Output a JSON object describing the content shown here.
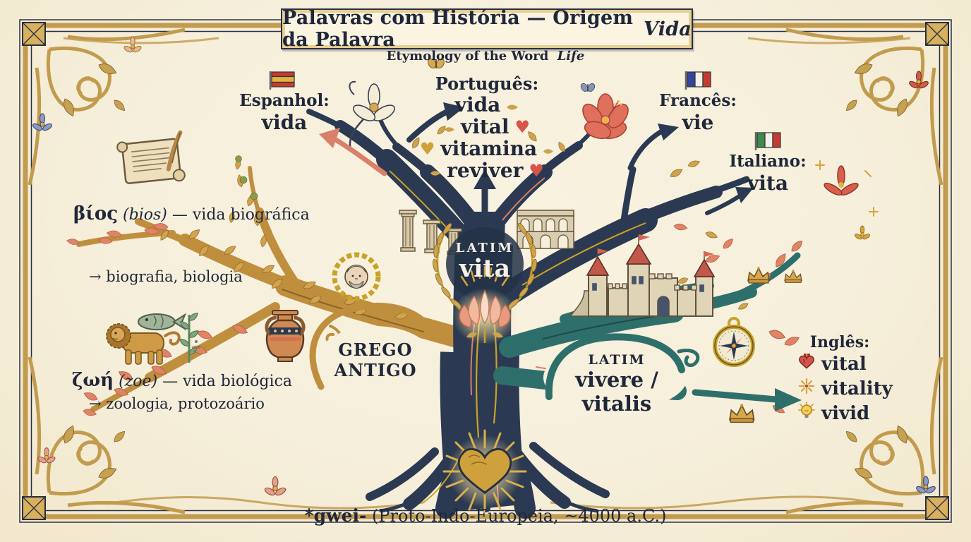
{
  "poster": {
    "title": "Palavras com História — Origem da Palavra",
    "title_emphasis": "Vida",
    "subtitle": "Etymology of the Word",
    "subtitle_emphasis": "Life",
    "footer_root": "*gwei-",
    "footer_detail": "(Proto-Indo-Europeia, ~4000 a.C.)"
  },
  "greek": {
    "node_line1": "GREGO",
    "node_line2": "ANTIGO",
    "bios": {
      "root": "βίος",
      "translit": "(bios)",
      "gloss": "— vida biográfica",
      "derived": "→ biografia, biologia"
    },
    "zoe": {
      "root": "ζωή",
      "translit": "(zoe)",
      "gloss": "— vida biológica",
      "derived": "→ zoologia, protozoário"
    }
  },
  "latin": {
    "trunk_label": "LATIM",
    "trunk_word": "vita",
    "node_label": "LATIM",
    "node_words": "vivere / vitalis"
  },
  "languages": {
    "spanish": {
      "label": "Espanhol:",
      "word": "vida"
    },
    "portuguese": {
      "label": "Português:",
      "words": [
        "vida",
        "vital",
        "vitamina",
        "reviver"
      ]
    },
    "french": {
      "label": "Francês:",
      "word": "vie"
    },
    "italian": {
      "label": "Italiano:",
      "word": "vita"
    },
    "english": {
      "label": "Inglês:",
      "words": [
        "vital",
        "vitality",
        "vivid"
      ]
    }
  },
  "glyphs": {
    "heart": "♥"
  },
  "colors": {
    "background": "#f6efdb",
    "frame_gold": "#c29b4e",
    "trunk_navy": "#2b3a52",
    "branch_teal": "#2f6f6b",
    "branch_gold": "#bf8f3e",
    "leaf_coral": "#e08468",
    "accent_red": "#d64f44",
    "laurel_gold": "#c9a227",
    "text": "#20273a"
  }
}
